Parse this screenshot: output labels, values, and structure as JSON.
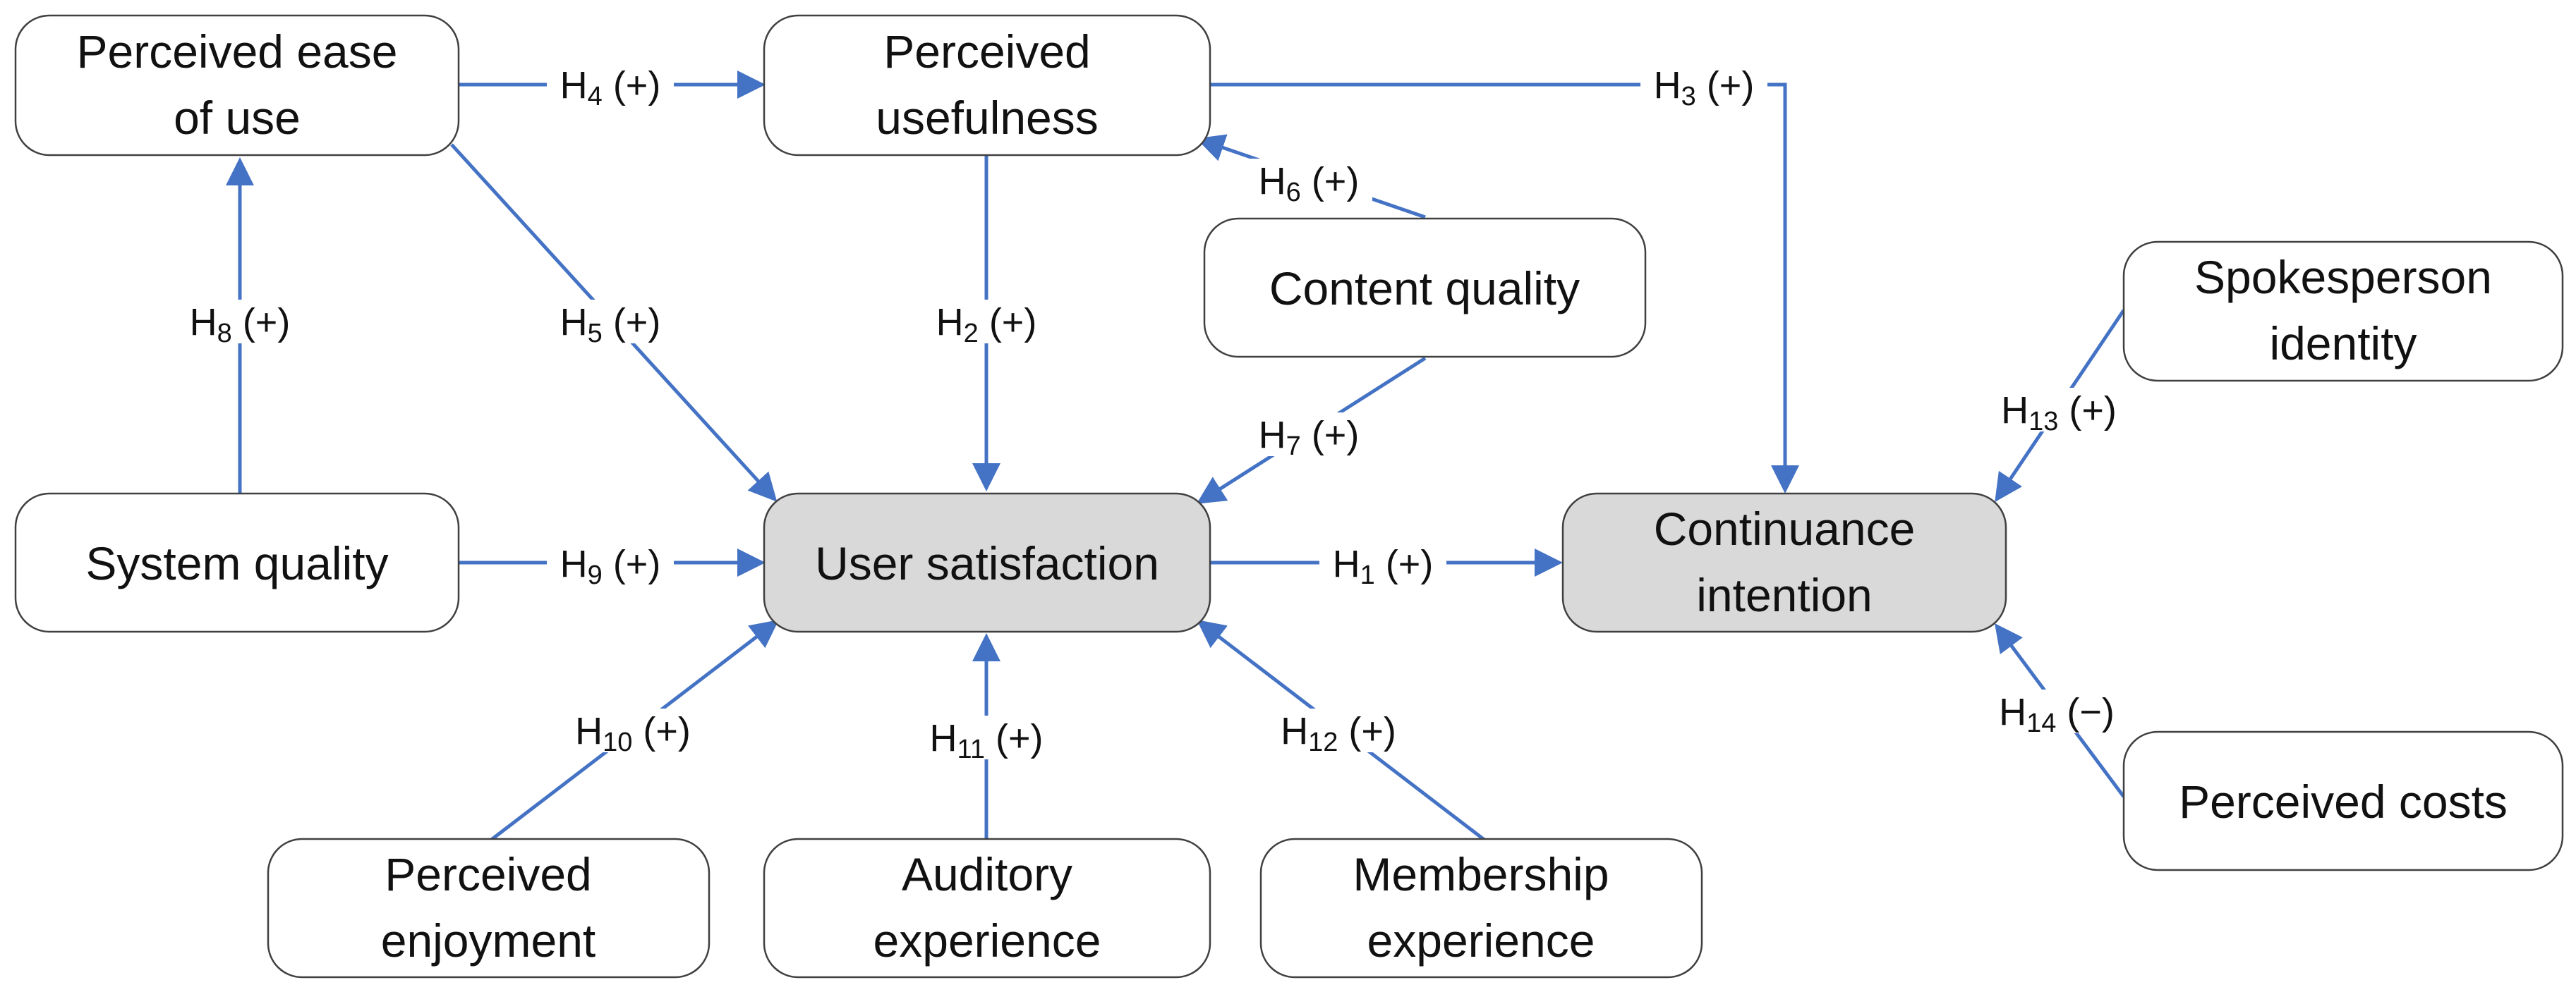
{
  "colors": {
    "arrow": "#4472C4",
    "box_fill": "#ffffff",
    "highlight_fill": "#d9d9d9",
    "box_stroke": "#404040"
  },
  "constructs": {
    "peou": [
      "Perceived ease",
      "of use"
    ],
    "pu": [
      "Perceived",
      "usefulness"
    ],
    "cq": [
      "Content quality"
    ],
    "si": [
      "Spokesperson",
      "identity"
    ],
    "sq": [
      "System quality"
    ],
    "us": [
      "User satisfaction"
    ],
    "ci": [
      "Continuance",
      "intention"
    ],
    "pc": [
      "Perceived costs"
    ],
    "pe": [
      "Perceived",
      "enjoyment"
    ],
    "ae": [
      "Auditory",
      "experience"
    ],
    "me": [
      "Membership",
      "experience"
    ]
  },
  "hypotheses": {
    "h1": {
      "letter": "H",
      "num": "1",
      "sign": " (+)"
    },
    "h2": {
      "letter": "H",
      "num": "2",
      "sign": " (+)"
    },
    "h3": {
      "letter": "H",
      "num": "3",
      "sign": " (+)"
    },
    "h4": {
      "letter": "H",
      "num": "4",
      "sign": " (+)"
    },
    "h5": {
      "letter": "H",
      "num": "5",
      "sign": " (+)"
    },
    "h6": {
      "letter": "H",
      "num": "6",
      "sign": " (+)"
    },
    "h7": {
      "letter": "H",
      "num": "7",
      "sign": " (+)"
    },
    "h8": {
      "letter": "H",
      "num": "8",
      "sign": " (+)"
    },
    "h9": {
      "letter": "H",
      "num": "9",
      "sign": " (+)"
    },
    "h10": {
      "letter": "H",
      "num": "10",
      "sign": " (+)"
    },
    "h11": {
      "letter": "H",
      "num": "11",
      "sign": " (+)"
    },
    "h12": {
      "letter": "H",
      "num": "12",
      "sign": " (+)"
    },
    "h13": {
      "letter": "H",
      "num": "13",
      "sign": " (+)"
    },
    "h14": {
      "letter": "H",
      "num": "14",
      "sign": " (−)"
    }
  }
}
